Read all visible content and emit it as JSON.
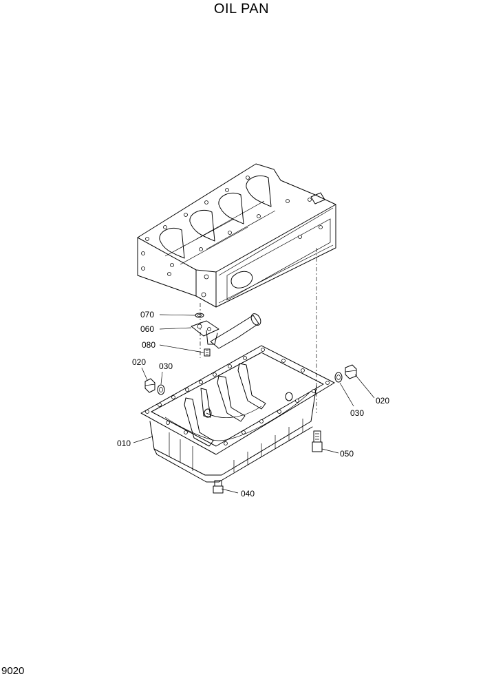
{
  "title": "OIL PAN",
  "page_number": "9020",
  "callouts": {
    "c010": "010",
    "c020_left": "020",
    "c030_left": "030",
    "c020_right": "020",
    "c030_right": "030",
    "c040": "040",
    "c050": "050",
    "c060": "060",
    "c070": "070",
    "c080": "080"
  }
}
